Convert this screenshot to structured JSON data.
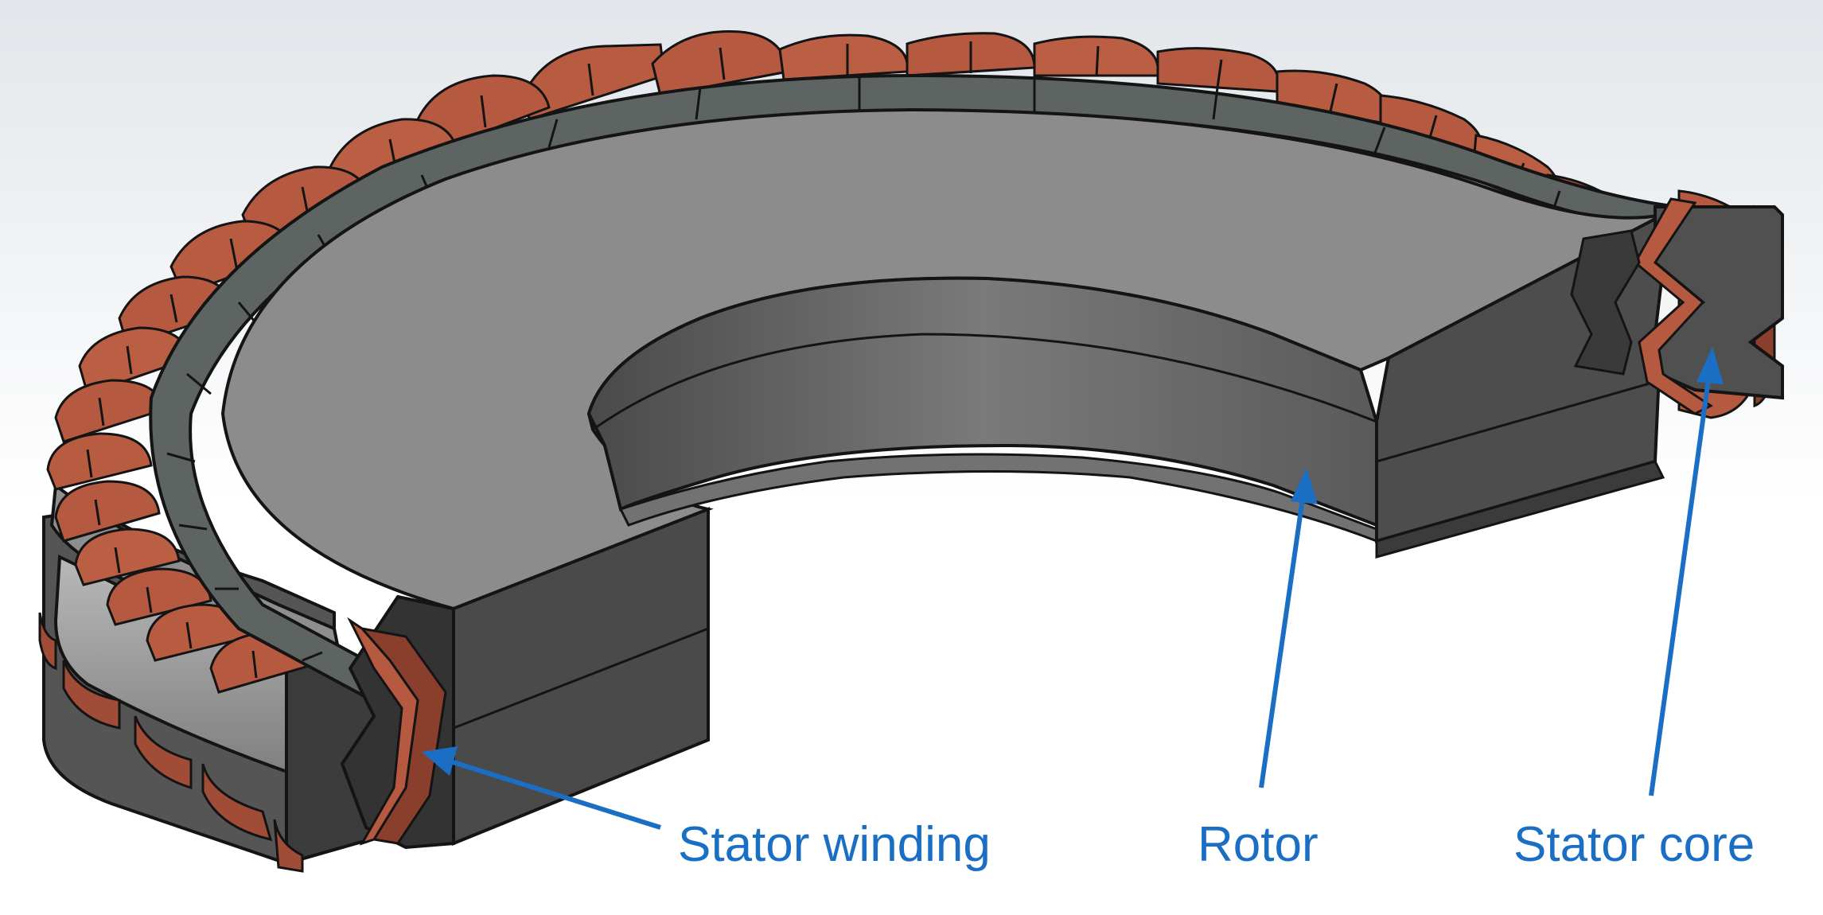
{
  "labels": {
    "stator_winding": "Stator winding",
    "rotor": "Rotor",
    "stator_core": "Stator core"
  },
  "colors": {
    "background_top": "#e2e6ea",
    "background_bottom": "#ffffff",
    "coil": "#b55a40",
    "coil_dark": "#7a3422",
    "coil_light": "#cc7356",
    "rotor_top": "#8c8c8c",
    "rotor_side": "#4d4d4d",
    "rotor_inner": "#6b6b6b",
    "magnet": "#5d6462",
    "stator_core": "#505050",
    "stator_core_light": "#9a9a9a",
    "outline": "#141414",
    "annotation": "#1a6fc4"
  }
}
